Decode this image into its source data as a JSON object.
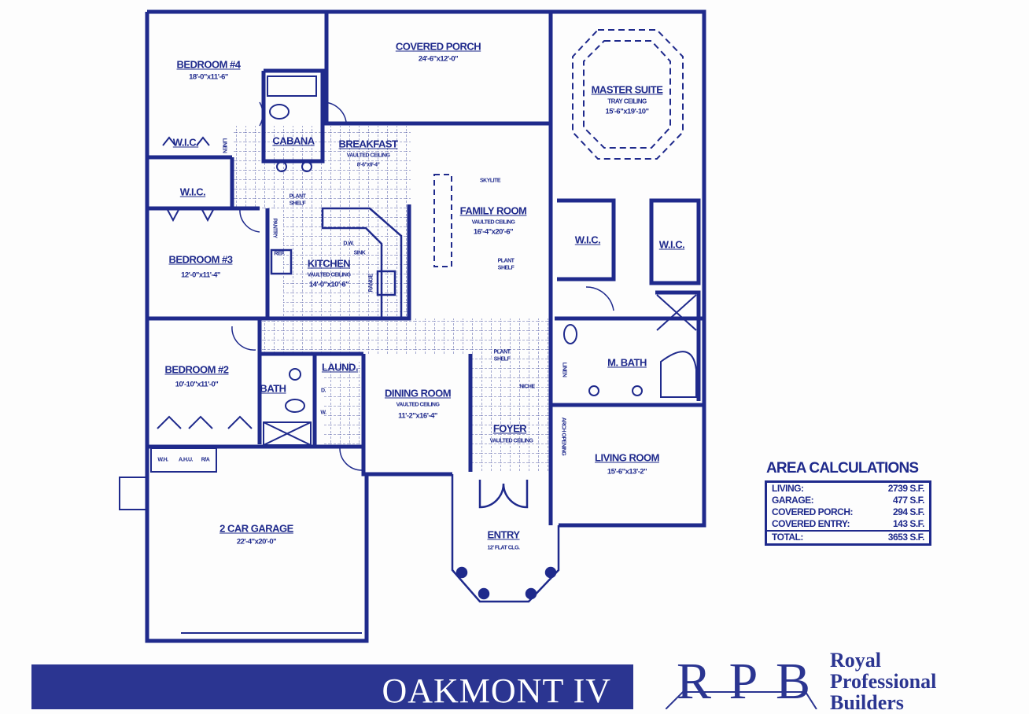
{
  "rooms": {
    "bedroom4": {
      "name": "BEDROOM #4",
      "dims": "18'-0\"x11'-6\""
    },
    "porch": {
      "name": "COVERED PORCH",
      "dims": "24'-6\"x12'-0\""
    },
    "master": {
      "name": "MASTER SUITE",
      "note": "TRAY CEILING",
      "dims": "15'-6\"x19'-10\""
    },
    "wic1": {
      "name": "W.I.C."
    },
    "wic2": {
      "name": "W.I.C."
    },
    "wic3": {
      "name": "W.I.C."
    },
    "wic4": {
      "name": "W.I.C."
    },
    "cabana": {
      "name": "CABANA"
    },
    "linen1": {
      "name": "LINEN"
    },
    "breakfast": {
      "name": "BREAKFAST",
      "note": "VAULTED CEILING",
      "dims": "8'-6\"x9'-4\""
    },
    "family": {
      "name": "FAMILY ROOM",
      "note": "VAULTED CEILING",
      "dims": "16'-4\"x20'-6\""
    },
    "bedroom3": {
      "name": "BEDROOM #3",
      "dims": "12'-0\"x11'-4\""
    },
    "kitchen": {
      "name": "KITCHEN",
      "note": "VAULTED CEILING",
      "dims": "14'-0\"x10'-6\""
    },
    "bedroom2": {
      "name": "BEDROOM #2",
      "dims": "10'-10\"x11'-0\""
    },
    "bath": {
      "name": "BATH"
    },
    "laund": {
      "name": "LAUND."
    },
    "dining": {
      "name": "DINING ROOM",
      "note": "VAULTED CEILING",
      "dims": "11'-2\"x16'-4\""
    },
    "mbath": {
      "name": "M. BATH"
    },
    "linen2": {
      "name": "LINEN"
    },
    "foyer": {
      "name": "FOYER",
      "note": "VAULTED CEILING"
    },
    "living": {
      "name": "LIVING ROOM",
      "dims": "15'-6\"x13'-2\""
    },
    "garage": {
      "name": "2 CAR GARAGE",
      "dims": "22'-4\"x20'-0\""
    },
    "entry": {
      "name": "ENTRY",
      "note": "12' FLAT CLG."
    }
  },
  "annotations": {
    "skylite": "SKYLITE",
    "plant_shelf_1": [
      "PLANT",
      "SHELF"
    ],
    "plant_shelf_2": [
      "PLANT",
      "SHELF"
    ],
    "plant_shelf_3": [
      "PLANT",
      "SHELF"
    ],
    "niche": "NICHE",
    "arch_opening": "ARCH OPENING",
    "pantry": "PANTRY",
    "ref": "REF.",
    "dw": "D.W.",
    "sink": "SINK",
    "range": "RANGE",
    "wh": "W.H.",
    "ahu": "A.H.U.",
    "ra": "R/A",
    "dryer": "D.",
    "washer": "W."
  },
  "area_calculations": {
    "title": "AREA CALCULATIONS",
    "rows": [
      {
        "label": "LIVING:",
        "value": "2739 S.F."
      },
      {
        "label": "GARAGE:",
        "value": "477 S.F."
      },
      {
        "label": "COVERED PORCH:",
        "value": "294 S.F."
      },
      {
        "label": "COVERED ENTRY:",
        "value": "143 S.F."
      }
    ],
    "total": {
      "label": "TOTAL:",
      "value": "3653 S.F."
    }
  },
  "banner": {
    "model_name": "OAKMONT IV"
  },
  "logo": {
    "monogram": "RPB",
    "lines": [
      "Royal",
      "Professional",
      "Builders"
    ]
  },
  "colors": {
    "ink": "#1f2a8c",
    "banner": "#2b3591"
  }
}
